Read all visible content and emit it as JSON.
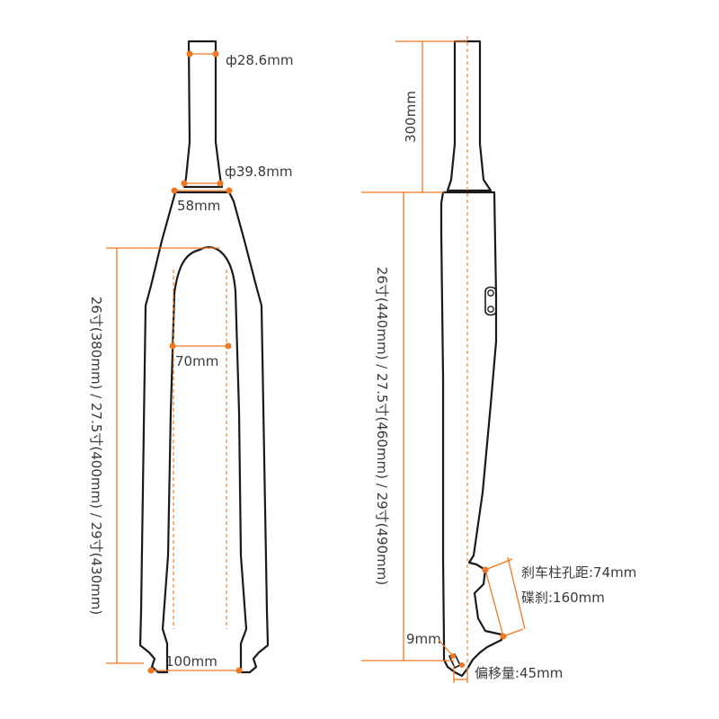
{
  "labels": {
    "steerer_top_diameter": "ф28.6mm",
    "steerer_bottom_diameter": "ф39.8mm",
    "crown_width": "58mm",
    "inner_width": "70mm",
    "axle_width": "100mm",
    "fork_length_front": "26寸(380mm) / 27.5寸(400mm) / 29寸(430mm)",
    "steerer_length": "300mm",
    "fork_length_side": "26寸(440mm) / 27.5寸(460mm) / 29寸(490mm)",
    "brake_mount_spacing": "刹车柱孔距:74mm",
    "disc_brake": "碟刹:160mm",
    "dropout_size": "9mm",
    "offset": "偏移量:45mm"
  },
  "colors": {
    "dimension": "#f07820",
    "outline": "#1a1a1a",
    "text": "#3a3a3a"
  }
}
